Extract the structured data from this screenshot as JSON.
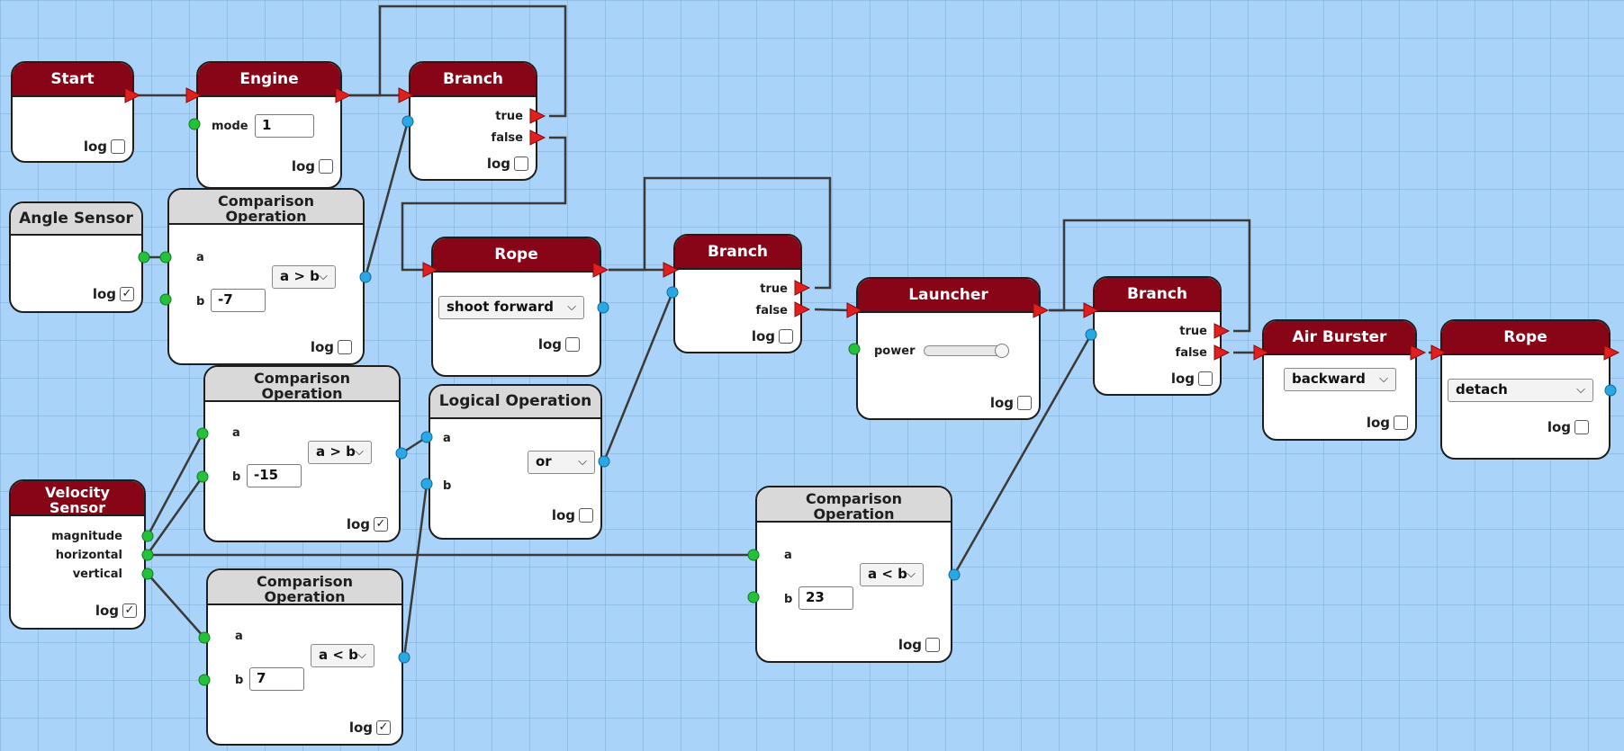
{
  "colors": {
    "event_header": "#880417",
    "data_header": "#d9d9d9",
    "canvas": "#a9d3f9",
    "trigger_port": "#e0201e",
    "number_port": "#2aa8e6",
    "sensor_port": "#23c23a",
    "wire": "#3a3a3a"
  },
  "log_label": "log",
  "nodes": {
    "start": {
      "title": "Start",
      "log_checked": false
    },
    "engine": {
      "title": "Engine",
      "mode_label": "mode",
      "mode_value": "1",
      "log_checked": false
    },
    "branch1": {
      "title": "Branch",
      "true_label": "true",
      "false_label": "false",
      "log_checked": false
    },
    "angle_sensor": {
      "title": "Angle Sensor",
      "log_checked": true
    },
    "cmp1": {
      "title_line1": "Comparison",
      "title_line2": "Operation",
      "a_label": "a",
      "b_label": "b",
      "b_value": "-7",
      "operator": "a > b",
      "log_checked": false
    },
    "rope1": {
      "title": "Rope",
      "mode": "shoot forward",
      "log_checked": false
    },
    "branch2": {
      "title": "Branch",
      "true_label": "true",
      "false_label": "false",
      "log_checked": false
    },
    "launcher": {
      "title": "Launcher",
      "power_label": "power",
      "power_level": 0.95,
      "log_checked": false
    },
    "branch3": {
      "title": "Branch",
      "true_label": "true",
      "false_label": "false",
      "log_checked": false
    },
    "air_burster": {
      "title": "Air Burster",
      "mode": "backward",
      "log_checked": false
    },
    "rope2": {
      "title": "Rope",
      "mode": "detach",
      "log_checked": false
    },
    "cmp2": {
      "title_line1": "Comparison",
      "title_line2": "Operation",
      "a_label": "a",
      "b_label": "b",
      "b_value": "-15",
      "operator": "a > b",
      "log_checked": true
    },
    "logical": {
      "title": "Logical Operation",
      "a_label": "a",
      "b_label": "b",
      "operator": "or",
      "log_checked": false
    },
    "velocity_sensor": {
      "title_line1": "Velocity",
      "title_line2": "Sensor",
      "magnitude_label": "magnitude",
      "horizontal_label": "horizontal",
      "vertical_label": "vertical",
      "log_checked": true
    },
    "cmp3": {
      "title_line1": "Comparison",
      "title_line2": "Operation",
      "a_label": "a",
      "b_label": "b",
      "b_value": "7",
      "operator": "a < b",
      "log_checked": true
    },
    "cmp4": {
      "title_line1": "Comparison",
      "title_line2": "Operation",
      "a_label": "a",
      "b_label": "b",
      "b_value": "23",
      "operator": "a < b",
      "log_checked": false
    }
  }
}
